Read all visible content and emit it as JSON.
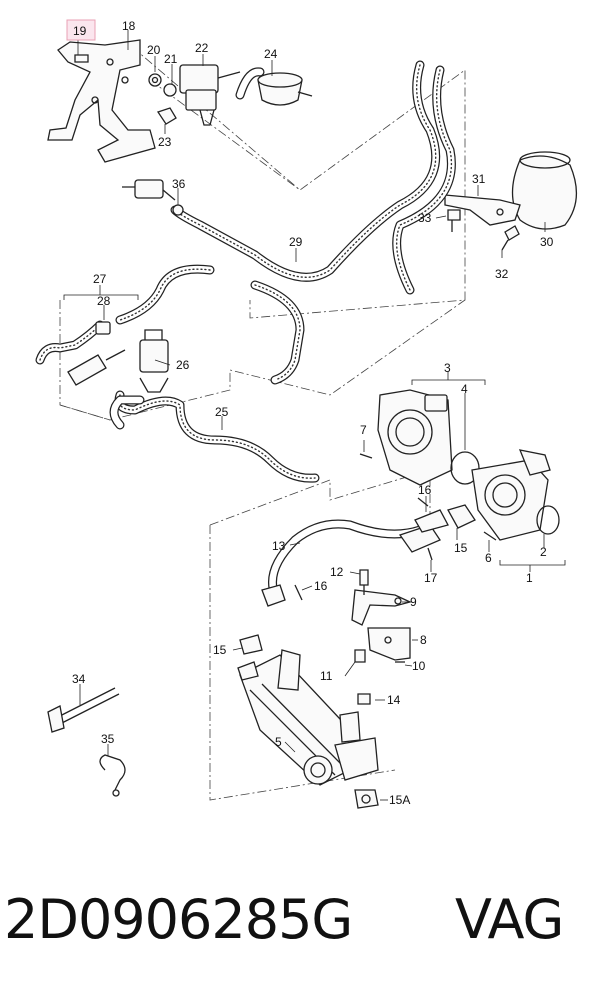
{
  "diagram": {
    "highlighted_callout": "19",
    "highlight_color": "#e8a0b4",
    "callouts": {
      "c1": "1",
      "c2": "2",
      "c3": "3",
      "c4": "4",
      "c5": "5",
      "c6": "6",
      "c7": "7",
      "c8": "8",
      "c9": "9",
      "c10": "10",
      "c11": "11",
      "c12": "12",
      "c13": "13",
      "c14": "14",
      "c15a": "15",
      "c15b": "15",
      "c15A": "15A",
      "c16a": "16",
      "c16b": "16",
      "c17": "17",
      "c18": "18",
      "c19": "19",
      "c20": "20",
      "c21": "21",
      "c22": "22",
      "c23": "23",
      "c24": "24",
      "c25": "25",
      "c26": "26",
      "c27": "27",
      "c28": "28",
      "c29": "29",
      "c30": "30",
      "c31": "31",
      "c32": "32",
      "c33": "33",
      "c34": "34",
      "c35": "35",
      "c36": "36"
    }
  },
  "footer": {
    "part_number": "2D0906285G",
    "brand": "VAG"
  }
}
